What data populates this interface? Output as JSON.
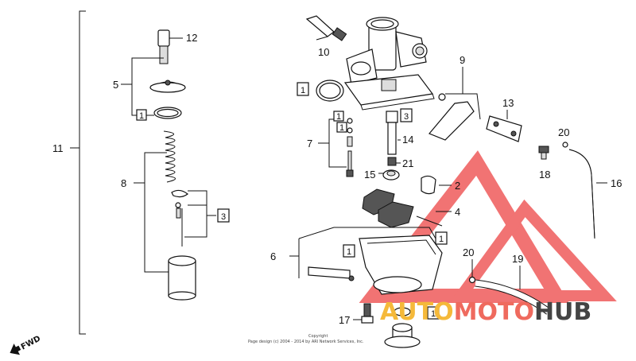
{
  "callouts": {
    "c1": "1",
    "c2": "2",
    "c3": "3",
    "c4": "4",
    "c5": "5",
    "c6": "6",
    "c7": "7",
    "c8": "8",
    "c9": "9",
    "c10": "10",
    "c11": "11",
    "c12": "12",
    "c13": "13",
    "c14": "14",
    "c15": "15",
    "c16": "16",
    "c17": "17",
    "c18": "18",
    "c19": "19",
    "c20": "20",
    "c21": "21"
  },
  "boxed": {
    "b1": "1",
    "b3": "3"
  },
  "fwd_label": "FWD",
  "copyright": {
    "line1": "Copyright",
    "line2": "Page design (c) 2004 - 2014 by ARI Network Services, Inc."
  },
  "watermark": {
    "part1": "AUTO",
    "part2": "MOTO",
    "part3": "HUB",
    "colors": {
      "part1": "#f5b93a",
      "part2": "#ef6a5e",
      "part3": "#444444",
      "triangle": "#ef5b5b"
    }
  }
}
